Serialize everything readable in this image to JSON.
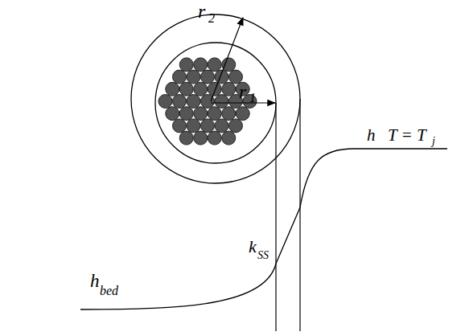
{
  "diagram": {
    "labels": [
      "r",
      "2",
      "r",
      "1",
      "h",
      "T = T",
      "j",
      "k",
      "SS",
      "h",
      "bed"
    ]
  }
}
